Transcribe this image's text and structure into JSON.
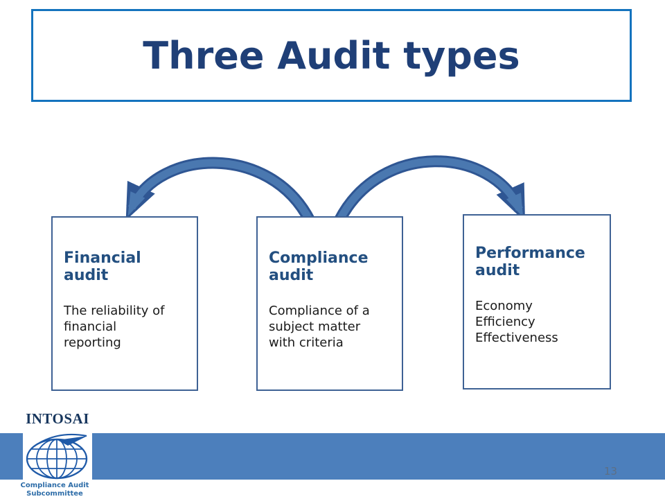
{
  "title": {
    "text": "Three Audit types"
  },
  "boxes": [
    {
      "heading": "Financial\naudit",
      "body": "The reliability of\nfinancial\nreporting"
    },
    {
      "heading": "Compliance\naudit",
      "body": "Compliance of a\nsubject matter\nwith criteria"
    },
    {
      "heading": "Performance\naudit",
      "body": "Economy\nEfficiency\nEffectiveness"
    }
  ],
  "footer": {
    "logo_text": "INTOSAI",
    "logo_caption": "Compliance Audit\nSubcommittee",
    "page_number": "13"
  },
  "colors": {
    "title_text": "#1F3F77",
    "title_border": "#1473BE",
    "box_border": "#3E6194",
    "heading_text": "#234F80",
    "body_text": "#1A1A1A",
    "arrow_fill": "#4A78B0",
    "arrow_outline": "#2F5693",
    "footer_bar": "#4C7FBC",
    "logo_blue": "#1F5AA8",
    "page_number_text": "#5D6F85"
  }
}
